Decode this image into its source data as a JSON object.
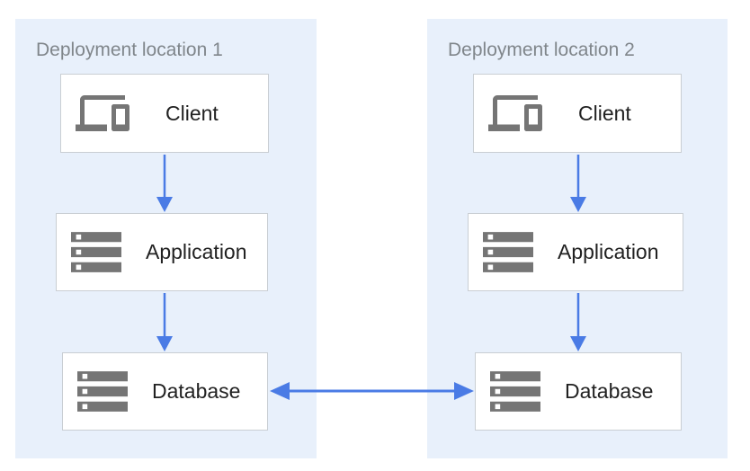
{
  "diagram": {
    "panels": [
      {
        "title": "Deployment location 1",
        "nodes": [
          {
            "label": "Client",
            "icon": "devices-icon"
          },
          {
            "label": "Application",
            "icon": "storage-icon"
          },
          {
            "label": "Database",
            "icon": "storage-icon"
          }
        ]
      },
      {
        "title": "Deployment location 2",
        "nodes": [
          {
            "label": "Client",
            "icon": "devices-icon"
          },
          {
            "label": "Application",
            "icon": "storage-icon"
          },
          {
            "label": "Database",
            "icon": "storage-icon"
          }
        ]
      }
    ],
    "connections": [
      {
        "from": "client-1",
        "to": "application-1",
        "type": "arrow"
      },
      {
        "from": "application-1",
        "to": "database-1",
        "type": "arrow"
      },
      {
        "from": "client-2",
        "to": "application-2",
        "type": "arrow"
      },
      {
        "from": "application-2",
        "to": "database-2",
        "type": "arrow"
      },
      {
        "from": "database-1",
        "to": "database-2",
        "type": "bidirectional-arrow"
      }
    ],
    "colors": {
      "panel_bg": "#E8F0FB",
      "node_bg": "#FFFFFF",
      "node_border": "#C9CED3",
      "icon": "#757575",
      "label": "#212121",
      "title": "#80868B",
      "arrow": "#4A7BE5"
    }
  }
}
